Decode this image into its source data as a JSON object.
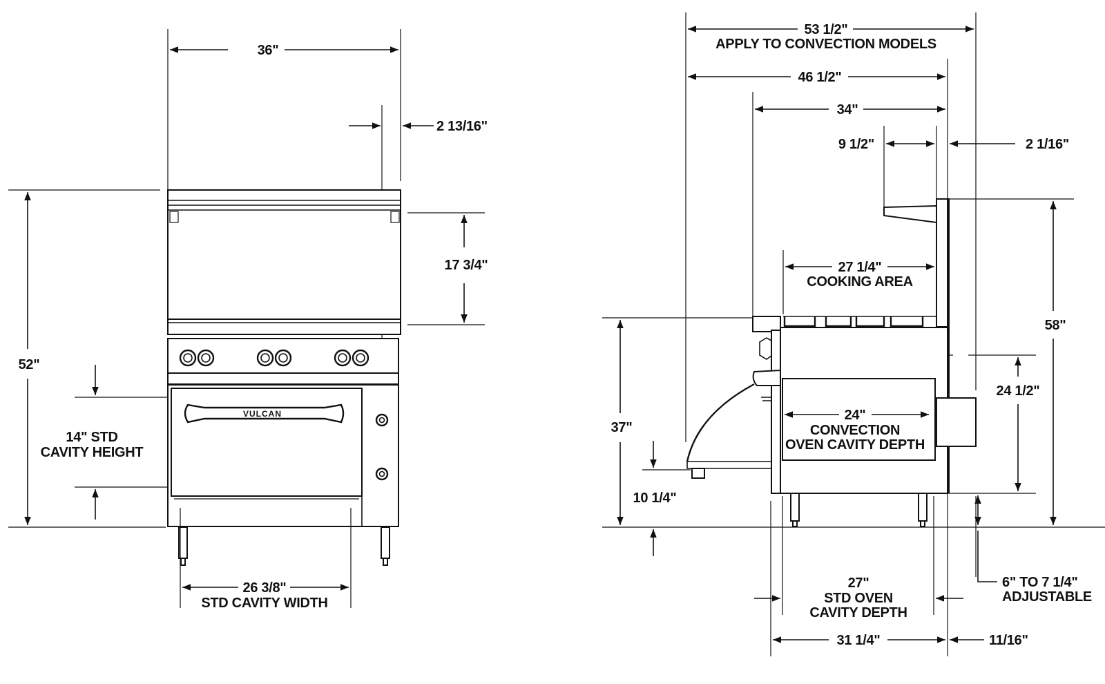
{
  "front_view": {
    "width_label": "36\"",
    "backsplash_offset_label": "2 13/16\"",
    "backsplash_height_label": "17 3/4\"",
    "overall_height_label": "52\"",
    "cavity_height_line1": "14\" STD",
    "cavity_height_line2": "CAVITY HEIGHT",
    "cavity_width_line1": "26 3/8\"",
    "cavity_width_line2": "STD CAVITY WIDTH",
    "brand_badge": "VULCAN"
  },
  "side_view": {
    "convection_depth_line1": "53 1/2\"",
    "convection_depth_line2": "APPLY TO CONVECTION MODELS",
    "overall_depth_label": "46 1/2\"",
    "body_depth_label": "34\"",
    "shelf_depth_label": "9 1/2\"",
    "back_offset_label": "2 1/16\"",
    "cooking_area_line1": "27 1/4\"",
    "cooking_area_line2": "COOKING AREA",
    "overall_height_label": "58\"",
    "work_height_label": "37\"",
    "motor_height_label": "24 1/2\"",
    "convection_cavity_line1": "24\"",
    "convection_cavity_line2": "CONVECTION",
    "convection_cavity_line3": "OVEN CAVITY DEPTH",
    "door_height_label": "10 1/4\"",
    "std_cavity_line1": "27\"",
    "std_cavity_line2": "STD OVEN",
    "std_cavity_line3": "CAVITY DEPTH",
    "legs_line1": "6\" TO 7 1/4\"",
    "legs_line2": "ADJUSTABLE",
    "base_depth_label": "31 1/4\"",
    "rear_offset_label": "11/16\""
  }
}
